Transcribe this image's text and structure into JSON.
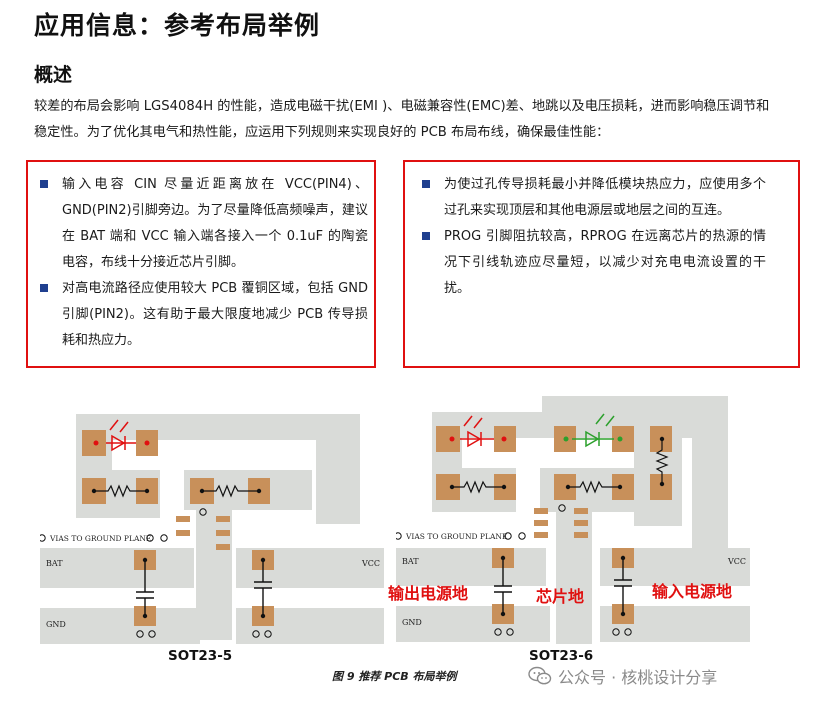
{
  "title": "应用信息：参考布局举例",
  "subtitle": "概述",
  "intro": "较差的布局会影响 LGS4084H 的性能，造成电磁干扰(EMI )、电磁兼容性(EMC)差、地跳以及电压损耗，进而影响稳压调节和稳定性。为了优化其电气和热性能，应运用下列规则来实现良好的 PCB 布局布线，确保最佳性能：",
  "left_bullets": [
    "输入电容 CIN 尽量近距离放在 VCC(PIN4)、GND(PIN2)引脚旁边。为了尽量降低高频噪声，建议在 BAT 端和 VCC 输入端各接入一个 0.1uF 的陶瓷电容，布线十分接近芯片引脚。",
    "对高电流路径应使用较大 PCB 覆铜区域，包括 GND 引脚(PIN2)。这有助于最大限度地减少 PCB 传导损耗和热应力。"
  ],
  "right_bullets": [
    "为使过孔传导损耗最小并降低模块热应力，应使用多个过孔来实现顶层和其他电源层或地层之间的互连。",
    "PROG 引脚阻抗较高，RPROG 在远离芯片的热源的情况下引线轨迹应尽量短，以减少对充电电流设置的干扰。"
  ],
  "diagram": {
    "vias_label": "VIAS TO GROUND PLANE",
    "bat_label": "BAT",
    "vcc_label": "VCC",
    "gnd_label": "GND",
    "left_name": "SOT23-5",
    "right_name": "SOT23-6",
    "red_labels": [
      "输出电源地",
      "芯片地",
      "输入电源地"
    ],
    "colors": {
      "copper": "#d9dbd8",
      "pad": "#c8905a",
      "highlight": "#e01010",
      "green": "#2ca02c"
    }
  },
  "caption": "图 9  推荐 PCB 布局举例",
  "watermark": "公众号 · 核桃设计分享"
}
